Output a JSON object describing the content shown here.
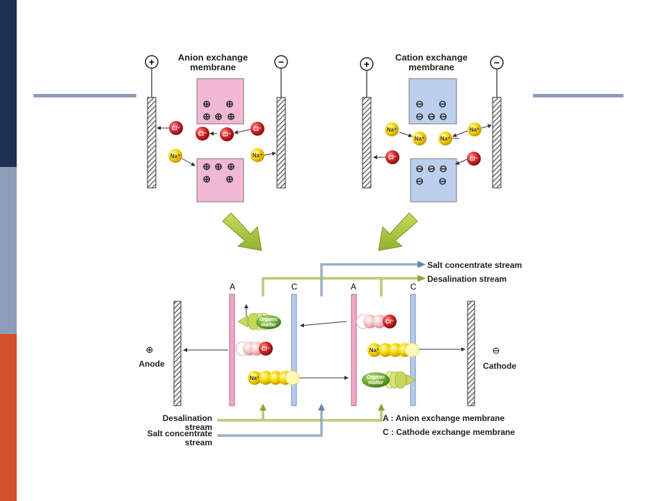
{
  "top_left": {
    "title_line1": "Anion exchange",
    "title_line2": "membrane",
    "fixed_charge": "⊕"
  },
  "top_right": {
    "title_line1": "Cation exchange",
    "title_line2": "membrane",
    "fixed_charge": "⊖"
  },
  "electrodes": {
    "plus": "+",
    "minus": "−"
  },
  "ions": {
    "cl": "Cl⁻",
    "na": "Na⁺",
    "organic_line1": "Organic",
    "organic_line2": "matter"
  },
  "bottom": {
    "membrane_a": "A",
    "membrane_c": "C",
    "salt_concentrate_stream": "Salt concentrate stream",
    "desalination_stream": "Desalination stream",
    "anode": "Anode",
    "cathode": "Cathode",
    "anode_sign": "⊕",
    "cathode_sign": "⊖",
    "in_desalination_line1": "Desalination",
    "in_desalination_line2": "stream",
    "in_salt_line1": "Salt concentrate",
    "in_salt_line2": "stream",
    "legend_a": "A : Anion exchange membrane",
    "legend_c": "C : Cathode exchange membrane"
  },
  "colors": {
    "navy": "#1f3153",
    "slate": "#8d9db9",
    "orange": "#d3502c",
    "anion_membrane": "#f2b8d6",
    "cation_membrane": "#bcd0ee",
    "cl_red": "#d9262a",
    "na_yellow": "#f6d800",
    "organic_green": "#7bb83a",
    "arrow_green": "#a8c83a"
  }
}
